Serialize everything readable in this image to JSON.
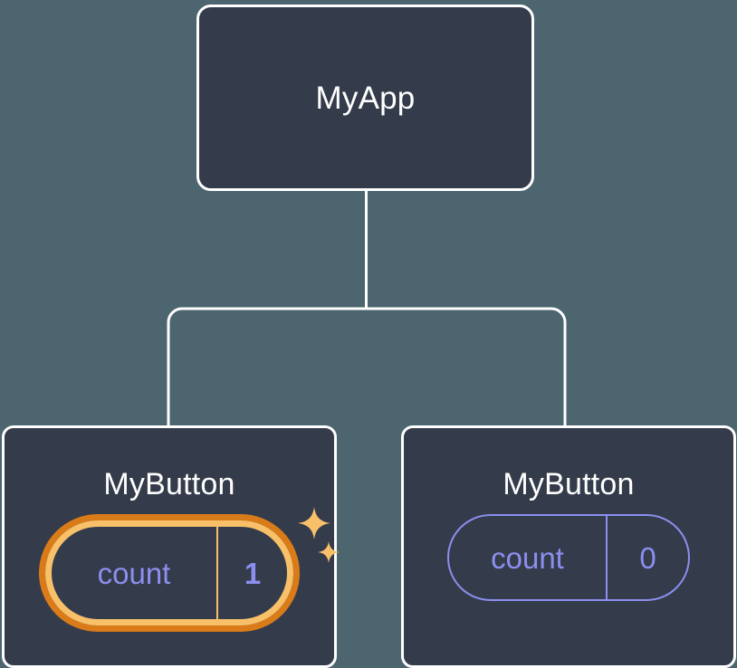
{
  "diagram": {
    "type": "component-tree",
    "title_semantic": "react-component-tree-with-state",
    "background_color": "#4c656e",
    "node_fill_color": "#343b4a",
    "node_border_color": "#ffffff",
    "connector_color": "#ffffff",
    "accent_state_color": "#8b8fef",
    "highlight_outer_color": "#d97b19",
    "highlight_inner_color": "#f9c06a",
    "sparkle_color": "#f9c06a"
  },
  "root": {
    "label": "MyApp"
  },
  "children": [
    {
      "label": "MyButton",
      "state": {
        "name": "count",
        "value": "1"
      },
      "highlighted": true,
      "sparkles": 2
    },
    {
      "label": "MyButton",
      "state": {
        "name": "count",
        "value": "0"
      },
      "highlighted": false,
      "sparkles": 0
    }
  ]
}
